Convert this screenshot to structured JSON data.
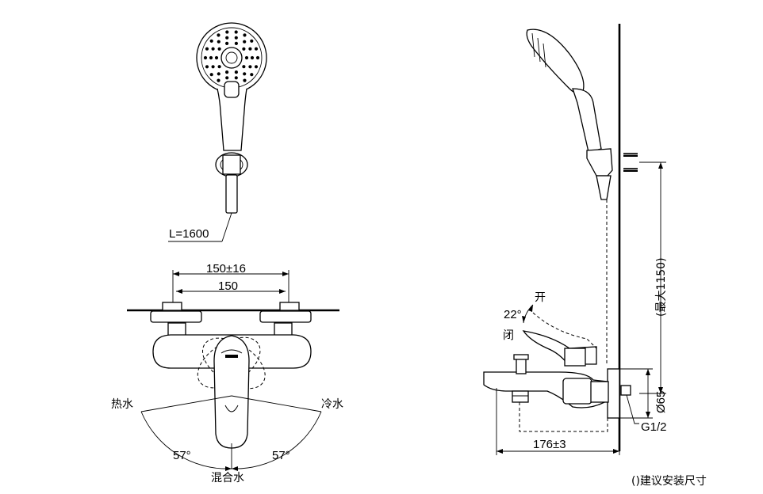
{
  "hose_length_label": "L=1600",
  "dimensions": {
    "mount_range": "150±16",
    "mount_center": "150",
    "projection": "176±3",
    "height_max": "(最大1150)",
    "diameter": "Ø65",
    "thread": "G1/2"
  },
  "handle": {
    "hot_label": "热水",
    "cold_label": "冷水",
    "mix_label": "混合水",
    "hot_angle": "57°",
    "cold_angle": "57°",
    "lever_angle": "22°",
    "open_label": "开",
    "close_label": "闭"
  },
  "note": "()建议安装尺寸"
}
